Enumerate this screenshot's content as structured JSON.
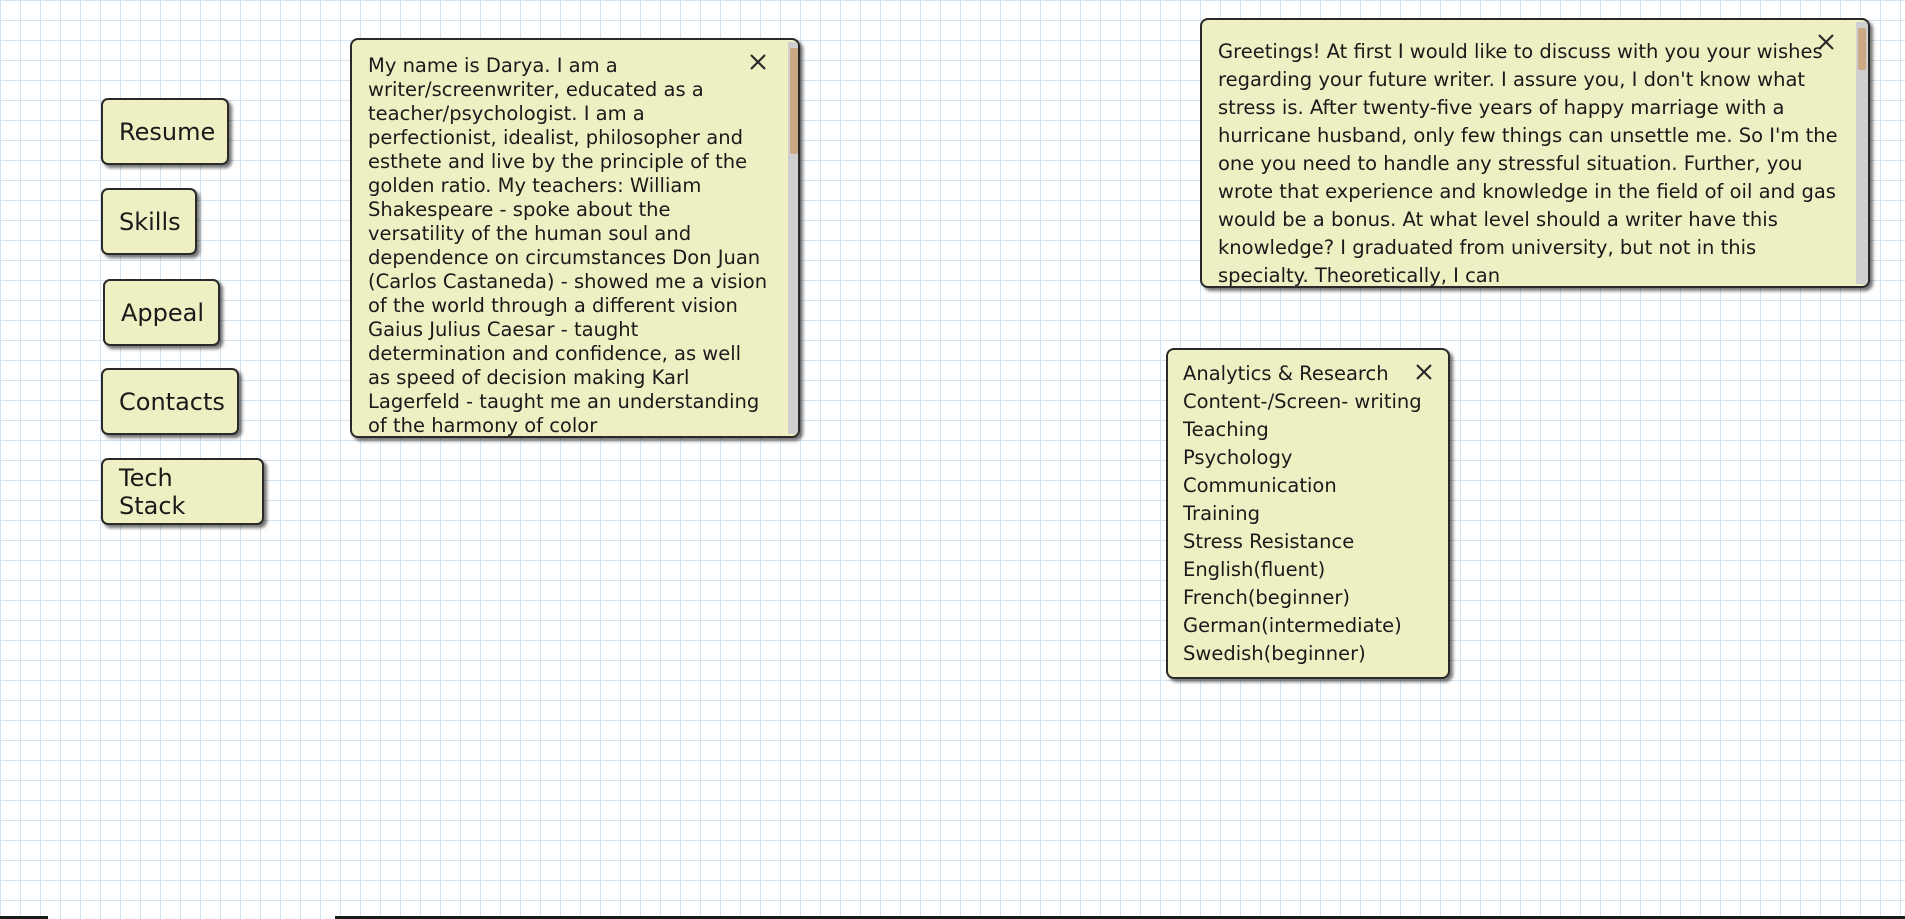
{
  "nav": {
    "resume": "Resume",
    "skills": "Skills",
    "appeal": "Appeal",
    "contacts": "Contacts",
    "tech_stack": "Tech Stack"
  },
  "about_note": {
    "text": "My name is Darya. I am a writer/screenwriter, educated as a teacher/psychologist. I am a perfectionist, idealist, philosopher and esthete and live by the principle of the golden ratio. My teachers: William Shakespeare - spoke about the versatility of the human soul and dependence on circumstances Don Juan (Carlos Castaneda) - showed me a vision of the world through a different vision Gaius Julius Caesar - taught determination and confidence, as well as speed of decision making Karl Lagerfeld - taught me an understanding of the harmony of color"
  },
  "appeal_note": {
    "text": "Greetings! At first I would like to discuss with you your wishes regarding your future writer. I assure you, I don't know what stress is. After twenty-five years of happy marriage with a hurricane husband, only few things can unsettle me. So I'm the one you need to handle any stressful situation. Further, you wrote that experience and knowledge in the field of oil and gas would be a bonus. At what level should a writer have this knowledge? I graduated from university, but not in this specialty. Theoretically, I can"
  },
  "skills_note": {
    "items": [
      "Analytics & Research",
      "Content-/Screen- writing",
      "Teaching",
      "Psychology",
      "Communication",
      "Training",
      "Stress Resistance",
      "English(fluent)",
      "French(beginner)",
      "German(intermediate)",
      "Swedish(beginner)"
    ]
  },
  "icons": {
    "close": "close-icon"
  },
  "colors": {
    "note_background": "#efefc4",
    "border": "#2a2a2a",
    "grid_line": "#d3e3f0",
    "scroll_thumb": "#c9a882"
  }
}
